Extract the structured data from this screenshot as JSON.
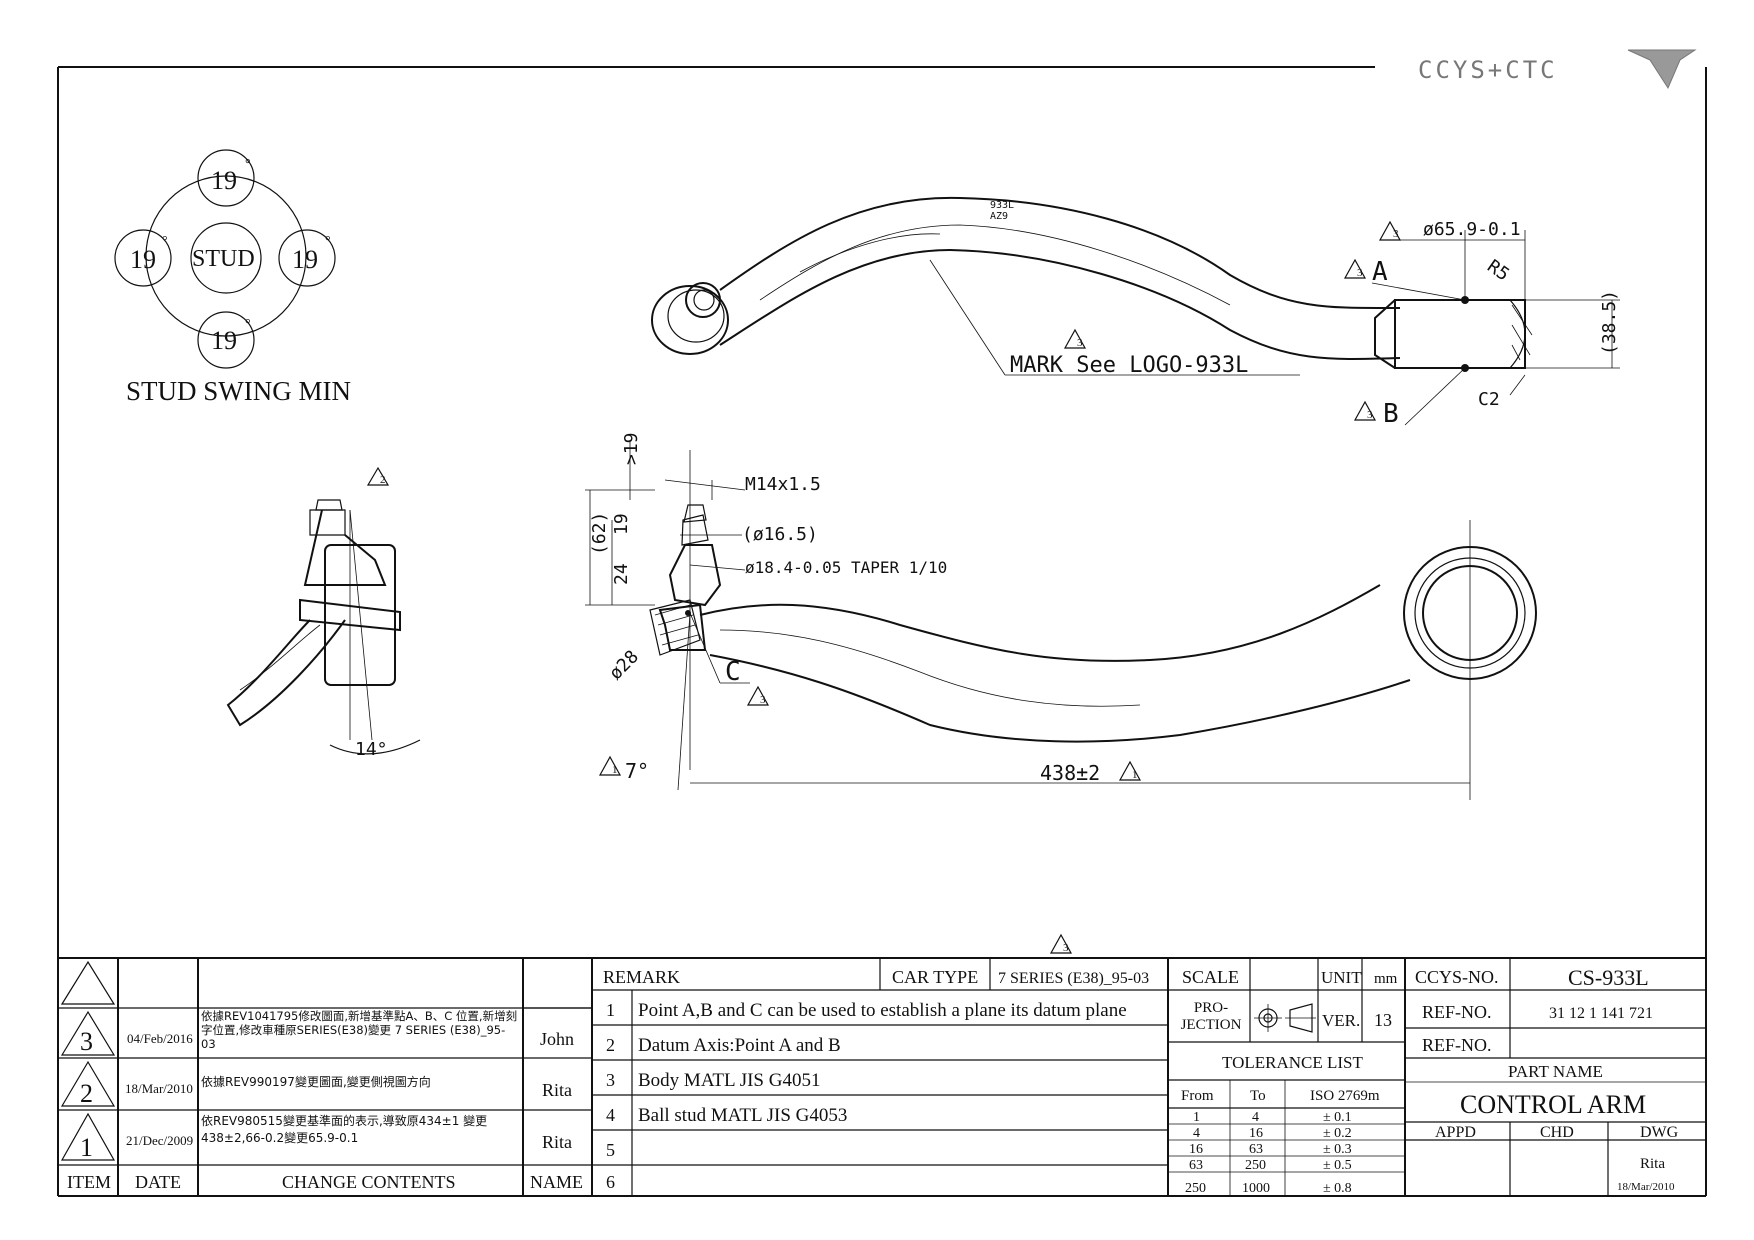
{
  "logo": {
    "text": "CCYS+CTC"
  },
  "swing": {
    "top": "19",
    "left": "19",
    "right": "19",
    "bottom": "19",
    "center": "STUD",
    "caption": "STUD SWING MIN",
    "deg": "°"
  },
  "views": {
    "top_arm_text1": "933L",
    "top_arm_text2": "AZ9",
    "mark_callout": "MARK See LOGO-933L",
    "rev3": "3",
    "rev2": "2",
    "rev1": "1",
    "dim_dia659": "ø65.9-0.1",
    "point_a": "A",
    "point_b": "B",
    "point_c": "C",
    "r5": "R5",
    "dim_385": "(38.5)",
    "c2": "C2",
    "m14": "M14x1.5",
    "d165": "(ø16.5)",
    "d184": "ø18.4-0.05 TAPER 1/10",
    "d19a": ">19",
    "d62": "(62)",
    "d19b": "19",
    "d24": "24",
    "d28": "ø28",
    "angle7": "7°",
    "length": "438±2",
    "angle14": "14°"
  },
  "title_block": {
    "remark_header": "REMARK",
    "car_type_label": "CAR TYPE",
    "car_type_value": "7 SERIES (E38)_95-03",
    "remarks": [
      {
        "no": "1",
        "text": "Point A,B and C can be used to establish a plane its datum plane"
      },
      {
        "no": "2",
        "text": "Datum Axis:Point A and B"
      },
      {
        "no": "3",
        "text": "Body MATL JIS G4051"
      },
      {
        "no": "4",
        "text": "Ball stud MATL JIS G4053"
      },
      {
        "no": "5",
        "text": ""
      },
      {
        "no": "6",
        "text": ""
      }
    ],
    "revisions": [
      {
        "item": "3",
        "date": "04/Feb/2016",
        "contents": "依據REV1041795修改圖面,新增基準點A、B、C 位置,新增刻字位置,修改車種原SERIES(E38)變更 7 SERIES (E38)_95-03",
        "name": "John"
      },
      {
        "item": "2",
        "date": "18/Mar/2010",
        "contents": "依據REV990197變更圖面,變更側視圖方向",
        "name": "Rita"
      },
      {
        "item": "1",
        "date": "21/Dec/2009",
        "contents": "依REV980515變更基準面的表示,導致原434±1 變更438±2,66-0.2變更65.9-0.1",
        "name": "Rita"
      }
    ],
    "col_item": "ITEM",
    "col_date": "DATE",
    "col_contents": "CHANGE CONTENTS",
    "col_name": "NAME",
    "scale_label": "SCALE",
    "unit_label": "UNIT",
    "unit_value": "mm",
    "projection_label": "PRO- JECTION",
    "ver_label": "VER.",
    "ver_value": "13",
    "tolerance_title": "TOLERANCE LIST",
    "tol_from": "From",
    "tol_to": "To",
    "tol_iso": "ISO 2769m",
    "tolerances": [
      {
        "from": "1",
        "to": "4",
        "tol": "± 0.1"
      },
      {
        "from": "4",
        "to": "16",
        "tol": "± 0.2"
      },
      {
        "from": "16",
        "to": "63",
        "tol": "± 0.3"
      },
      {
        "from": "63",
        "to": "250",
        "tol": "± 0.5"
      },
      {
        "from": "250",
        "to": "1000",
        "tol": "± 0.8"
      }
    ],
    "ccys_no_label": "CCYS-NO.",
    "ccys_no_value": "CS-933L",
    "ref_no_label": "REF-NO.",
    "ref_no_value": "31 12 1 141 721",
    "ref_no2_label": "REF-NO.",
    "part_name_label": "PART NAME",
    "part_name_value": "CONTROL ARM",
    "appd": "APPD",
    "chd": "CHD",
    "dwg": "DWG",
    "dwg_name": "Rita",
    "dwg_date": "18/Mar/2010"
  }
}
